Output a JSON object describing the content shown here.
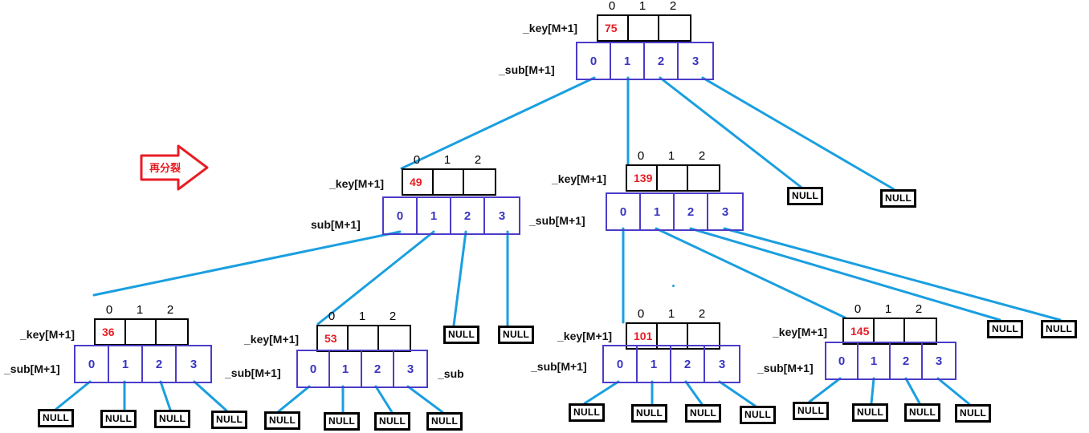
{
  "labels": {
    "key": "_key[M+1]",
    "sub": "_sub[M+1]",
    "sub_short": "sub[M+1]",
    "stray": "_sub",
    "null": "NULL",
    "split": "再分裂"
  },
  "key_indices": [
    "0",
    "1",
    "2"
  ],
  "sub_indices": [
    "0",
    "1",
    "2",
    "3"
  ],
  "nodes": [
    {
      "id": "root",
      "keys": [
        "75",
        "",
        ""
      ]
    },
    {
      "id": "n49",
      "keys": [
        "49",
        "",
        ""
      ]
    },
    {
      "id": "n139",
      "keys": [
        "139",
        "",
        ""
      ]
    },
    {
      "id": "n36",
      "keys": [
        "36",
        "",
        ""
      ]
    },
    {
      "id": "n53",
      "keys": [
        "53",
        "",
        ""
      ]
    },
    {
      "id": "n101",
      "keys": [
        "101",
        "",
        ""
      ]
    },
    {
      "id": "n145",
      "keys": [
        "145",
        "",
        ""
      ]
    }
  ],
  "colors": {
    "edge": "#1a9fe0",
    "sub_border": "#4b3cc8",
    "key_text": "#e81d24",
    "arrow": "#e81d24"
  }
}
